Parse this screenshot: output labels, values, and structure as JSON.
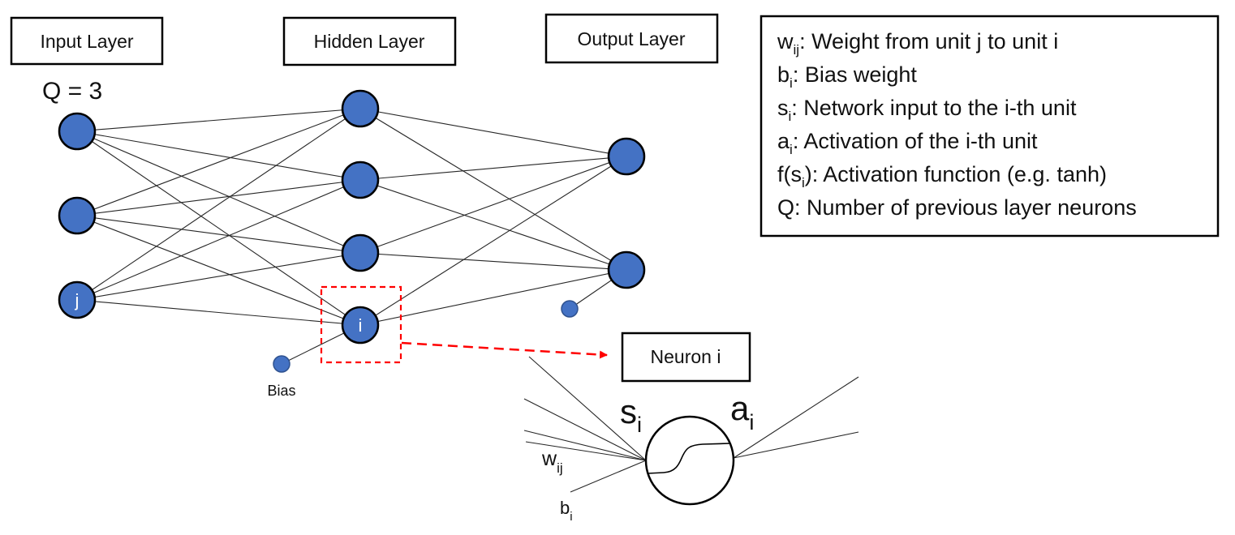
{
  "layers": {
    "input": "Input Layer",
    "hidden": "Hidden Layer",
    "output": "Output Layer"
  },
  "q_label": "Q = 3",
  "node_labels": {
    "j": "j",
    "i": "i"
  },
  "bias_label": "Bias",
  "neuron_box": "Neuron i",
  "neuron_symbols": {
    "s": "s",
    "s_sub": "i",
    "a": "a",
    "a_sub": "i",
    "w": "w",
    "w_sub": "ij",
    "b": "b",
    "b_sub": "i"
  },
  "legend": [
    {
      "sym": "w",
      "sub": "ij",
      "pre": "",
      "text": ": Weight from unit j to unit i"
    },
    {
      "sym": "b",
      "sub": "i",
      "pre": "",
      "text": ": Bias weight"
    },
    {
      "sym": "s",
      "sub": "i",
      "pre": "",
      "text": ": Network input to the i-th unit"
    },
    {
      "sym": "a",
      "sub": "i",
      "pre": "",
      "text": ": Activation of the i-th unit"
    },
    {
      "sym": "f(s",
      "sub": "i",
      "pre": "",
      "text": "): Activation function (e.g. tanh)"
    },
    {
      "sym": "Q",
      "sub": "",
      "pre": "",
      "text": ": Number of previous layer neurons"
    }
  ],
  "colors": {
    "node_fill": "#4472c4",
    "highlight": "#ff0000"
  }
}
